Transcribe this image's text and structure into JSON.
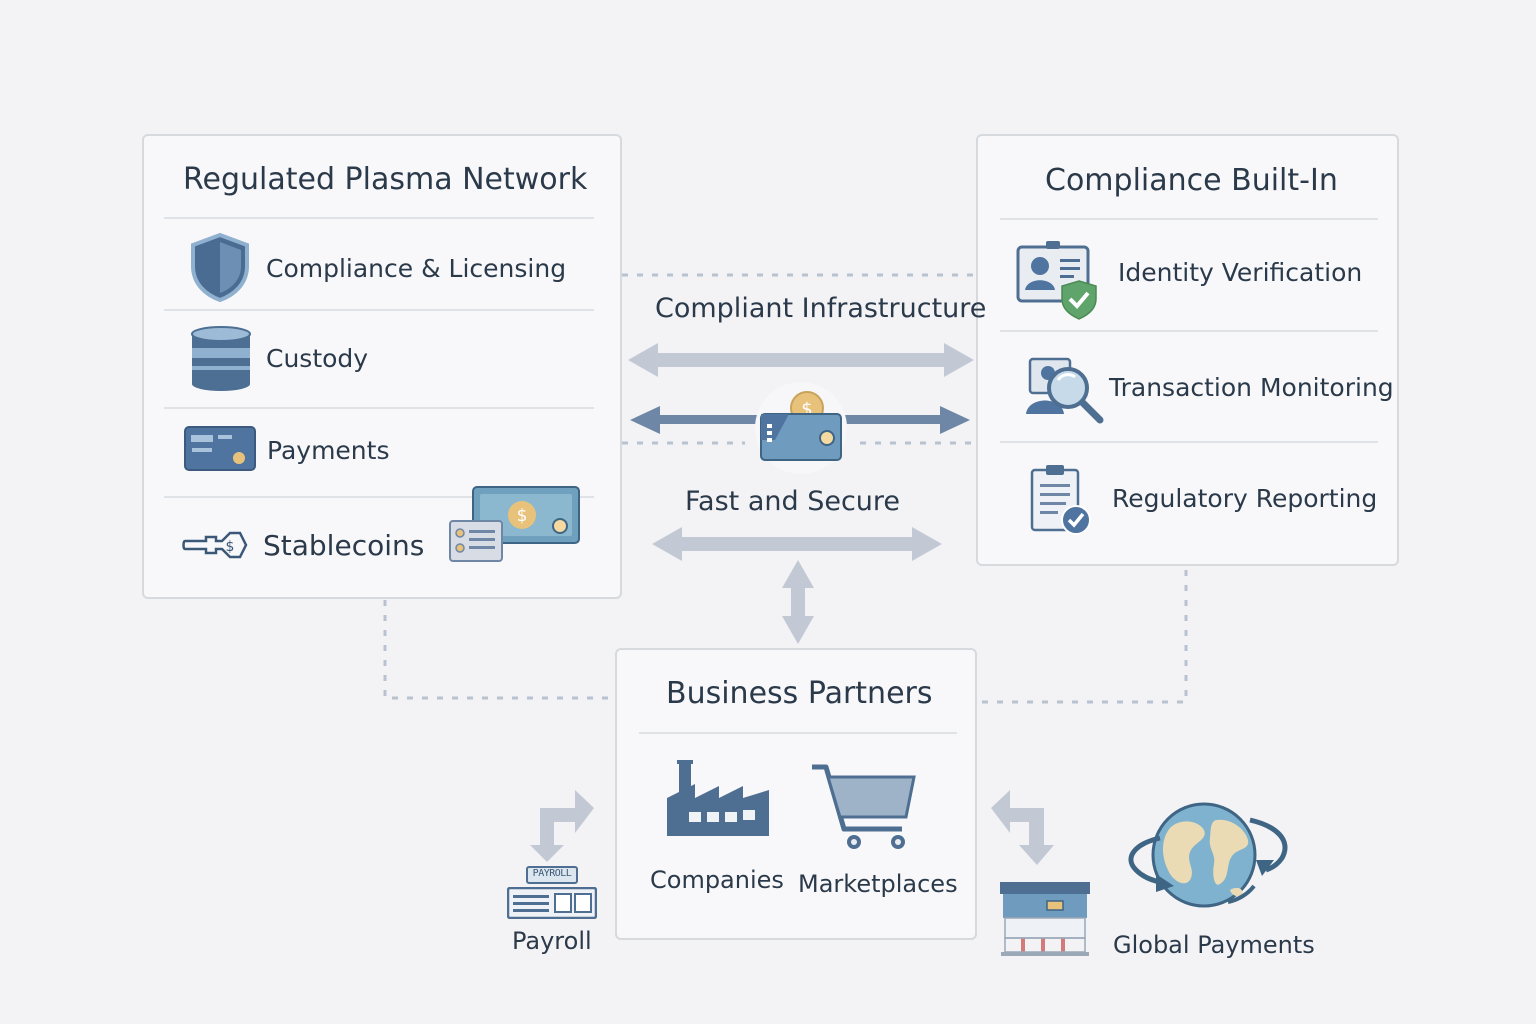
{
  "left_panel": {
    "title": "Regulated Plasma Network",
    "items": [
      {
        "label": "Compliance & Licensing",
        "icon": "shield-icon"
      },
      {
        "label": "Custody",
        "icon": "database-icon"
      },
      {
        "label": "Payments",
        "icon": "card-icon"
      },
      {
        "label": "Stablecoins",
        "icon": "stablecoin-key-icon"
      }
    ]
  },
  "right_panel": {
    "title": "Compliance Built-In",
    "items": [
      {
        "label": "Identity Verification",
        "icon": "id-card-check-icon"
      },
      {
        "label": "Transaction Monitoring",
        "icon": "magnifier-user-icon"
      },
      {
        "label": "Regulatory Reporting",
        "icon": "clipboard-check-icon"
      }
    ]
  },
  "middle": {
    "top_label": "Compliant Infrastructure",
    "bottom_label": "Fast and Secure"
  },
  "bottom_panel": {
    "title": "Business Partners",
    "items": [
      {
        "label": "Companies",
        "icon": "factory-icon"
      },
      {
        "label": "Marketplaces",
        "icon": "cart-icon"
      }
    ]
  },
  "outer": {
    "payroll_label": "Payroll",
    "payroll_tag": "PAYROLL",
    "global_label": "Global Payments"
  },
  "colors": {
    "background": "#f3f3f6",
    "panel_border": "#d6d9de",
    "arrow_light": "#bcc3cf",
    "arrow_dark": "#6f87a6",
    "icon_blue": "#4f6f92",
    "icon_light_blue": "#7ea6c6",
    "check_green": "#5fa46a",
    "coin_gold": "#e8c27a"
  }
}
